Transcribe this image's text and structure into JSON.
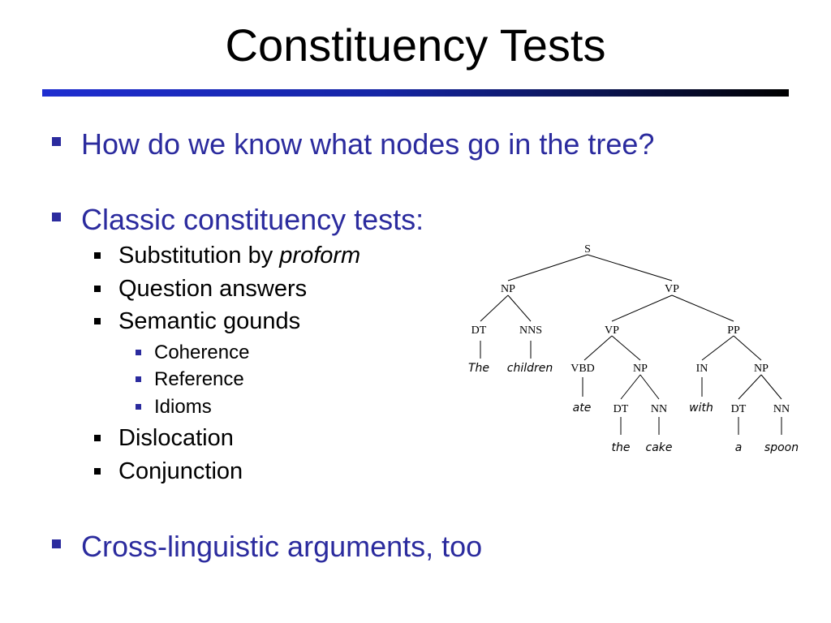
{
  "slide": {
    "title": "Constituency Tests",
    "colors": {
      "level1_text": "#2b2b9e",
      "level2_text": "#000000",
      "rule_start": "#1f2ed0",
      "rule_end": "#000000"
    },
    "bullets": {
      "question": "How do we know what nodes go in the tree?",
      "classic": "Classic constituency tests:",
      "substitution_prefix": "Substitution by ",
      "substitution_emph": "proform",
      "question_answers": "Question answers",
      "semantic": "Semantic gounds",
      "coherence": "Coherence",
      "reference": "Reference",
      "idioms": "Idioms",
      "dislocation": "Dislocation",
      "conjunction": "Conjunction",
      "cross": "Cross-linguistic arguments, too"
    }
  },
  "tree": {
    "nodes": {
      "s": "S",
      "np_subj": "NP",
      "vp_top": "VP",
      "dt_subj": "DT",
      "nns": "NNS",
      "vp_inner": "VP",
      "pp": "PP",
      "vbd": "VBD",
      "np_obj": "NP",
      "in": "IN",
      "np_pp": "NP",
      "dt_obj": "DT",
      "nn_obj": "NN",
      "dt_pp": "DT",
      "nn_pp": "NN"
    },
    "words": {
      "the_cap": "The",
      "children": "children",
      "ate": "ate",
      "the": "the",
      "cake": "cake",
      "with": "with",
      "a": "a",
      "spoon": "spoon"
    }
  }
}
